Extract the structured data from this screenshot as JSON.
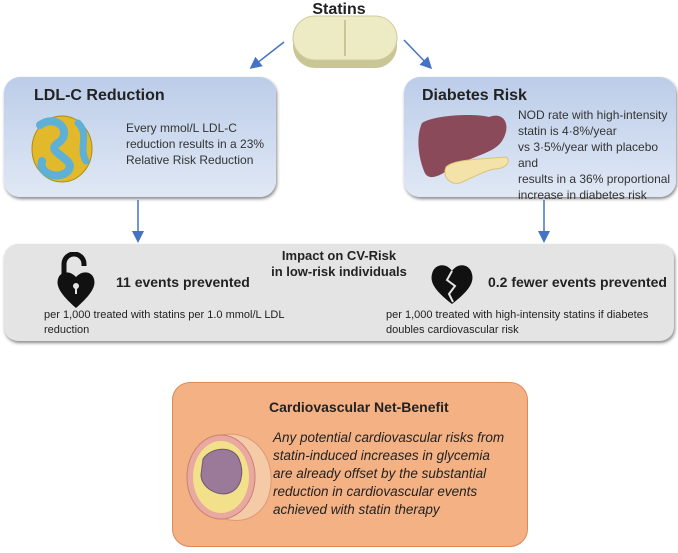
{
  "statins": {
    "title": "Statins"
  },
  "ldl": {
    "title": "LDL-C Reduction",
    "text": "Every mmol/L LDL-C reduction results in a 23% Relative Risk Reduction",
    "icon": "lipoprotein-icon"
  },
  "diabetes": {
    "title": "Diabetes Risk",
    "lines": [
      "NOD rate with high-intensity",
      "statin is 4·8%/year",
      "vs 3·5%/year with placebo and",
      "results in a 36% proportional",
      "increase in diabetes risk"
    ],
    "icon": "liver-pancreas-icon"
  },
  "impact": {
    "title_lines": [
      "Impact on CV-Risk",
      "in low-risk individuals"
    ],
    "left": {
      "headline": "11 events prevented",
      "text": "per 1,000 treated with statins per 1.0 mmol/L LDL reduction",
      "icon": "unlocked-heart-icon"
    },
    "right": {
      "headline": "0.2 fewer events prevented",
      "text": "per 1,000 treated with high-intensity statins if diabetes doubles cardiovascular risk",
      "icon": "broken-heart-icon"
    }
  },
  "net": {
    "title": "Cardiovascular Net-Benefit",
    "text": "Any potential cardiovascular risks from statin-induced increases in glycemia are already offset by the substantial reduction in cardiovascular events achieved with statin therapy",
    "icon": "artery-icon"
  },
  "colors": {
    "arrow": "#4472c4",
    "blue_box": "#c9d7ee",
    "grey_box": "#e4e4e4",
    "orange_box": "#f4b183"
  }
}
